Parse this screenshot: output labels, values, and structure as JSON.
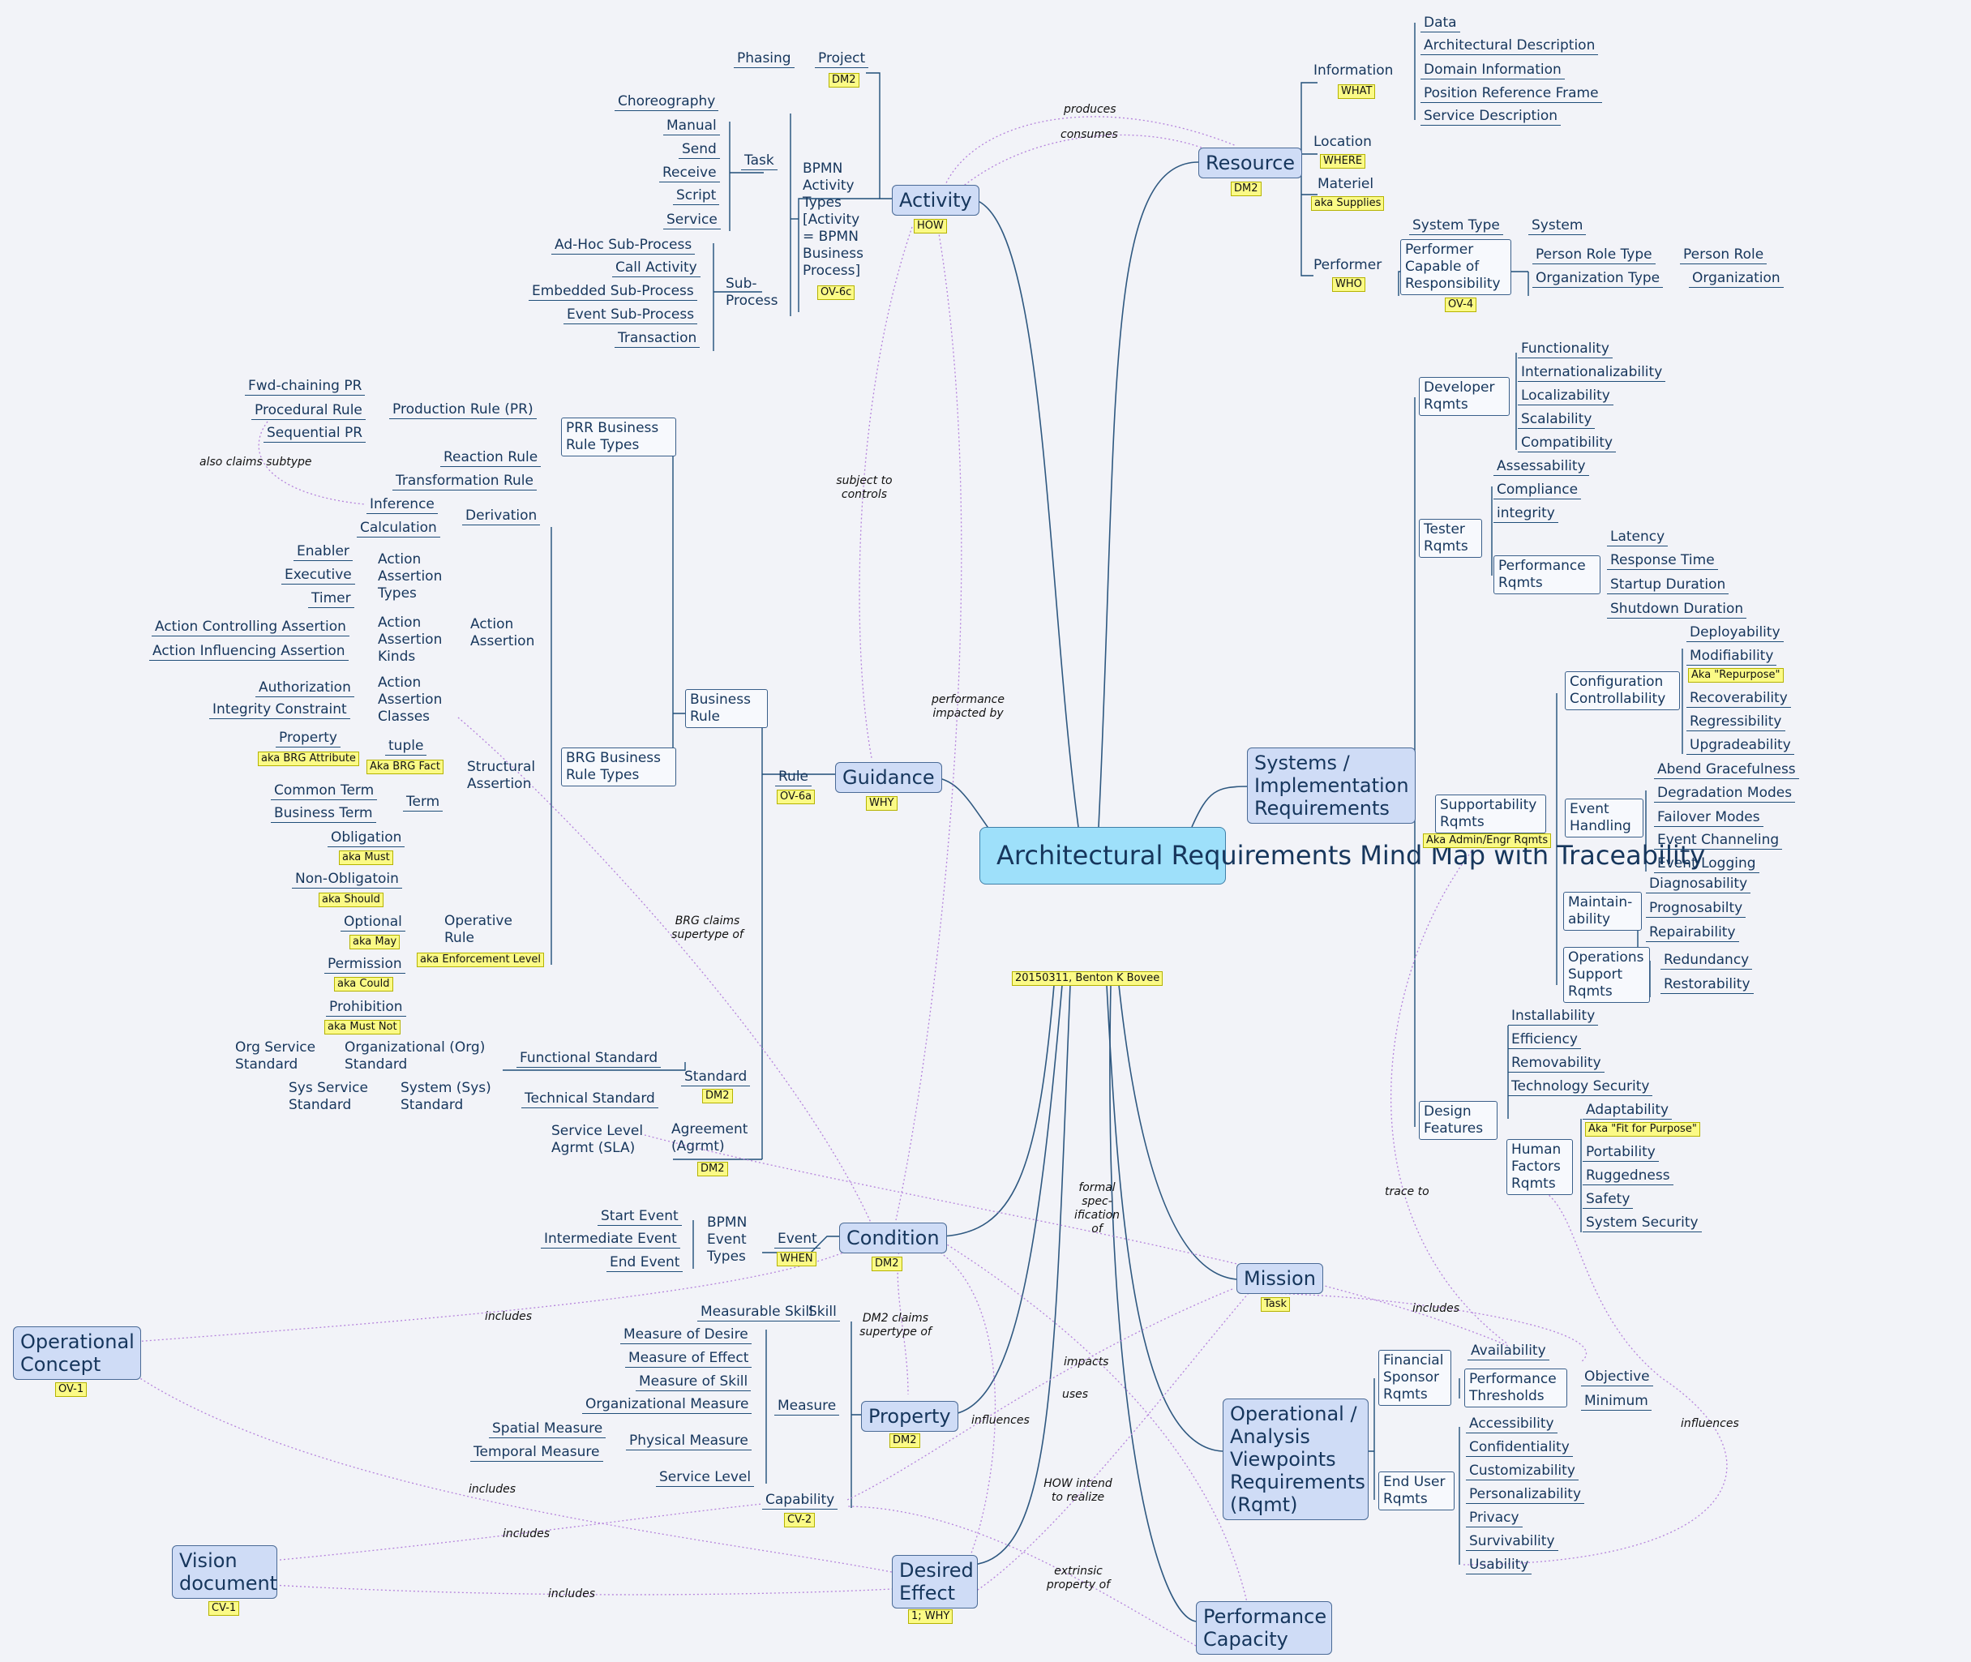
{
  "central": {
    "title": "Architectural Requirements Mind Map with Traceability",
    "tag": "20150311, Benton K Bovee"
  },
  "activity": {
    "title": "Activity",
    "tag": "HOW",
    "project": "Project",
    "phasing": "Phasing",
    "project_tag": "DM2",
    "bpmn_types": "BPMN Activity Types [Activity = BPMN Business Process]",
    "bpmn_tag": "OV-6c",
    "task": "Task",
    "task_items": [
      "Choreography",
      "Manual",
      "Send",
      "Receive",
      "Script",
      "Service"
    ],
    "subprocess": "Sub-Process",
    "subprocess_items": [
      "Ad-Hoc Sub-Process",
      "Call Activity",
      "Embedded Sub-Process",
      "Event Sub-Process",
      "Transaction"
    ]
  },
  "resource": {
    "title": "Resource",
    "tag": "DM2",
    "information": "Information",
    "information_tag": "WHAT",
    "information_items": [
      "Data",
      "Architectural Description",
      "Domain Information",
      "Position Reference Frame",
      "Service Description"
    ],
    "location": "Location",
    "location_tag": "WHERE",
    "materiel": "Materiel",
    "materiel_tag": "aka Supplies",
    "performer": "Performer",
    "performer_tag": "WHO",
    "capable": "Performer Capable of Responsibility",
    "capable_tag": "OV-4",
    "system_type": "System Type",
    "system": "System",
    "person_role_type": "Person Role Type",
    "person_role": "Person Role",
    "org_type": "Organization Type",
    "organization": "Organization"
  },
  "guidance": {
    "title": "Guidance",
    "tag": "WHY",
    "rule": "Rule",
    "rule_tag": "OV-6a",
    "business_rule": "Business Rule",
    "prr": "PRR Business Rule Types",
    "production_rule": "Production Rule (PR)",
    "pr_items": [
      "Fwd-chaining PR",
      "Procedural Rule",
      "Sequential PR"
    ],
    "reaction_rule": "Reaction Rule",
    "transformation_rule": "Transformation Rule",
    "brg": "BRG Business Rule Types",
    "derivation": "Derivation",
    "inference": "Inference",
    "calculation": "Calculation",
    "action_assertion": "Action Assertion",
    "aa_types": "Action Assertion Types",
    "aa_types_items": [
      "Enabler",
      "Executive",
      "Timer"
    ],
    "aa_kinds": "Action Assertion Kinds",
    "aa_kinds_items": [
      "Action Controlling Assertion",
      "Action Influencing Assertion"
    ],
    "aa_classes": "Action Assertion Classes",
    "aa_classes_items": [
      "Authorization",
      "Integrity Constraint"
    ],
    "structural": "Structural Assertion",
    "tuple": "tuple",
    "tuple_tag": "Aka BRG Fact",
    "property": "Property",
    "property_tag": "aka BRG Attribute",
    "term": "Term",
    "common_term": "Common Term",
    "business_term": "Business Term",
    "operative": "Operative Rule",
    "operative_tag": "aka Enforcement Level",
    "op_items": [
      {
        "label": "Obligation",
        "tag": "aka Must"
      },
      {
        "label": "Non-Obligatoin",
        "tag": "aka Should"
      },
      {
        "label": "Optional",
        "tag": "aka May"
      },
      {
        "label": "Permission",
        "tag": "aka Could"
      },
      {
        "label": "Prohibition",
        "tag": "aka Must Not"
      }
    ],
    "standard": "Standard",
    "standard_tag": "DM2",
    "functional_standard": "Functional Standard",
    "org_standard": "Organizational (Org) Standard",
    "org_service_standard": "Org Service Standard",
    "technical_standard": "Technical Standard",
    "sys_standard": "System (Sys) Standard",
    "sys_service_standard": "Sys Service Standard",
    "agreement": "Agreement (Agrmt)",
    "agreement_tag": "DM2",
    "sla": "Service Level Agrmt (SLA)"
  },
  "condition": {
    "title": "Condition",
    "tag": "DM2",
    "event": "Event",
    "event_tag": "WHEN",
    "bpmn_event_types": "BPMN Event Types",
    "event_items": [
      "Start Event",
      "Intermediate Event",
      "End Event"
    ]
  },
  "property": {
    "title": "Property",
    "tag": "DM2",
    "skill": "Skill",
    "measurable_skill": "Measurable Skill",
    "measure": "Measure",
    "measure_items": [
      "Measure of Desire",
      "Measure of Effect",
      "Measure of Skill",
      "Organizational Measure"
    ],
    "physical_measure": "Physical Measure",
    "physical_items": [
      "Spatial Measure",
      "Temporal Measure"
    ],
    "service_level": "Service Level",
    "capability": "Capability",
    "capability_tag": "CV-2"
  },
  "desired_effect": {
    "title": "Desired Effect",
    "tag": "1; WHY"
  },
  "operational_concept": {
    "title": "Operational Concept",
    "tag": "OV-1"
  },
  "vision": {
    "title": "Vision document",
    "tag": "CV-1"
  },
  "mission": {
    "title": "Mission",
    "tag": "Task"
  },
  "performance_capacity": {
    "title": "Performance Capacity"
  },
  "systems": {
    "title": "Systems / Implementation Requirements",
    "developer": "Developer Rqmts",
    "developer_items": [
      "Functionality",
      "Internationalizability",
      "Localizability",
      "Scalability",
      "Compatibility"
    ],
    "tester": "Tester Rqmts",
    "tester_items": [
      "Assessability",
      "Compliance",
      "integrity"
    ],
    "performance": "Performance Rqmts",
    "performance_items": [
      "Latency",
      "Response Time",
      "Startup Duration",
      "Shutdown Duration"
    ],
    "supportability": "Supportability Rqmts",
    "supportability_tag": "Aka Admin/Engr Rqmts",
    "config": "Configuration Controllability",
    "config_items": [
      "Deployability",
      "Modifiability",
      "Recoverability",
      "Regressibility",
      "Upgradeability"
    ],
    "config_tag": "Aka \"Repurpose\"",
    "event_handling": "Event Handling",
    "event_items": [
      "Abend Gracefulness",
      "Degradation Modes",
      "Failover Modes",
      "Event Channeling",
      "Event Logging"
    ],
    "maintain": "Maintain-ability",
    "maintain_items": [
      "Diagnosability",
      "Prognosabilty",
      "Repairability"
    ],
    "ops_support": "Operations Support Rqmts",
    "ops_items": [
      "Redundancy",
      "Restorability"
    ],
    "design": "Design Features",
    "design_items": [
      "Installability",
      "Efficiency",
      "Removability",
      "Technology Security"
    ],
    "human_factors": "Human Factors Rqmts",
    "human_items": [
      "Adaptability",
      "Portability",
      "Ruggedness",
      "Safety",
      "System Security"
    ],
    "human_tag": "Aka \"Fit for Purpose\""
  },
  "operational": {
    "title": "Operational / Analysis Viewpoints Requirements (Rqmt)",
    "financial": "Financial Sponsor Rqmts",
    "availability": "Availability",
    "thresholds": "Performance Thresholds",
    "objective": "Objective",
    "minimum": "Minimum",
    "end_user": "End User Rqmts",
    "end_user_items": [
      "Accessibility",
      "Confidentiality",
      "Customizability",
      "Personalizability",
      "Privacy",
      "Survivability",
      "Usability"
    ]
  },
  "relations": {
    "produces": "produces",
    "consumes": "consumes",
    "subject_to": "subject to controls",
    "performance_impacted": "performance impacted by",
    "also_claims": "also claims subtype",
    "brg_claims": "BRG claims supertype of",
    "formal_spec": "formal spec- ification of",
    "dm2_claims": "DM2 claims supertype of",
    "includes_1": "includes",
    "includes_2": "includes",
    "includes_3": "includes",
    "includes_4": "includes",
    "includes_5": "includes",
    "impacts": "impacts",
    "uses": "uses",
    "influences_1": "influences",
    "influences_2": "influences",
    "how_intend": "HOW intend to realize",
    "extrinsic": "extrinsic property of",
    "trace_to": "trace to"
  }
}
